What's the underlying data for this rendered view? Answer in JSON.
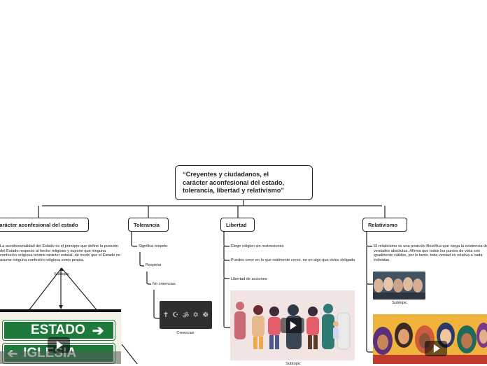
{
  "root": {
    "line1": "“Creyentes y ciudadanos, el",
    "line2": "carácter aconfesional del estado,",
    "line3": "tolerancia, libertad y relativismo”"
  },
  "branches": {
    "aconfesional": {
      "label": "Carácter aconfesional del estado",
      "text": "La aconfesionalidad del Estado es el principio que define la posición del Estado respecto al hecho religioso y supone que ninguna confesión religiosa tendrá carácter estatal, de modo que el Estado no asume ninguna confesión religiosa como propia.",
      "subtopic": "Subtopic"
    },
    "tolerancia": {
      "label": "Tolerancia",
      "items": [
        "Significa respeto",
        "Respetar",
        "No creencias"
      ],
      "image_caption": "Creencias"
    },
    "libertad": {
      "label": "Libertad",
      "items": [
        "Elegir religion sin restricciones",
        "Puedes creer en lo que realmente crees ,no en algo que estes obligado",
        "Libertad de acciones"
      ],
      "video_caption": "Subtopic"
    },
    "relativismo": {
      "label": "Relativismo",
      "text": "El relativismo es una posición filosófica que niega la existencia de verdades absolutas. Afirma que todos los puntos de vista son igualmente válidos, por lo tanto, toda verdad es relativa a cada individuo.",
      "image_caption": "Subtopic"
    }
  },
  "sign": {
    "top": "ESTADO",
    "bottom": "IGLESIA"
  },
  "colors": {
    "line": "#222222",
    "sign_green": "#1e7a3a"
  }
}
